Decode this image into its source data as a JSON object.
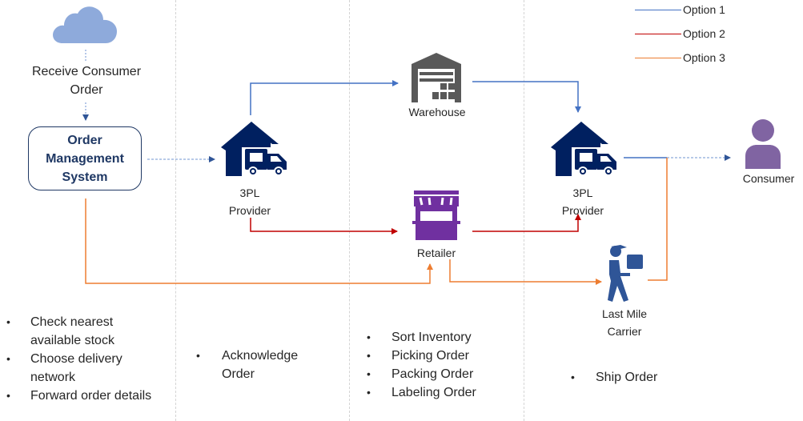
{
  "legend": [
    {
      "label": "Option 1",
      "color": "#4472c4"
    },
    {
      "label": "Option 2",
      "color": "#c00000"
    },
    {
      "label": "Option 3",
      "color": "#ed7d31"
    }
  ],
  "nodes": {
    "receive_order": {
      "icon": "cloud-icon",
      "label_line1": "Receive Consumer",
      "label_line2": "Order"
    },
    "oms": {
      "line1": "Order",
      "line2": "Management",
      "line3": "System"
    },
    "provider_1": {
      "icon": "3pl-warehouse-truck-icon",
      "line1": "3PL",
      "line2": "Provider"
    },
    "warehouse": {
      "icon": "warehouse-icon",
      "label": "Warehouse"
    },
    "retailer": {
      "icon": "storefront-icon",
      "label": "Retailer"
    },
    "provider_2": {
      "icon": "3pl-warehouse-truck-icon",
      "line1": "3PL",
      "line2": "Provider"
    },
    "consumer": {
      "icon": "person-icon",
      "label": "Consumer"
    },
    "last_mile": {
      "icon": "delivery-person-icon",
      "line1": "Last Mile",
      "line2": "Carrier"
    }
  },
  "columns": [
    {
      "bullets": [
        {
          "line1": "Check nearest",
          "line2": "available stock"
        },
        {
          "line1": "Choose delivery",
          "line2": "network"
        },
        {
          "line1": "Forward order details",
          "line2": ""
        }
      ]
    },
    {
      "bullets": [
        {
          "line1": "Acknowledge",
          "line2": "Order"
        }
      ]
    },
    {
      "bullets": [
        {
          "line1": "Sort Inventory"
        },
        {
          "line1": "Picking Order"
        },
        {
          "line1": "Packing Order"
        },
        {
          "line1": "Labeling Order"
        }
      ]
    },
    {
      "bullets": [
        {
          "line1": "Ship Order"
        }
      ]
    }
  ],
  "bullet_char": "•",
  "colors": {
    "navy": "#002060",
    "oms_border": "#1f3864",
    "cloud": "#8eaadb",
    "warehouse": "#595959",
    "retailer": "#7030a0",
    "consumer": "#8064a2",
    "carrier": "#2f5597"
  }
}
